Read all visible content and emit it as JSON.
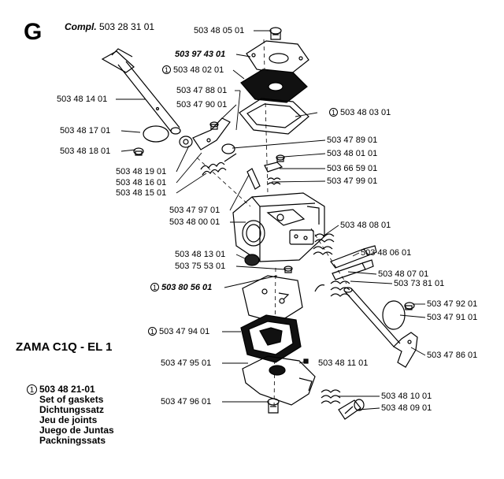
{
  "header": {
    "section": "G",
    "compl_label": "Compl.",
    "compl_number": "503 28 31 01"
  },
  "model": "ZAMA C1Q - EL 1",
  "gasket_marker": "1",
  "legend": {
    "number": "503 48 21-01",
    "lines": [
      "Set of gaskets",
      "Dichtungssatz",
      "Jeu de joints",
      "Juego de Juntas",
      "Packningssats"
    ]
  },
  "labels": [
    "503 48 05 01",
    "503 97 43 01",
    "503 48 02 01",
    "503 47 88 01",
    "503 47 90 01",
    "503 48 03 01",
    "503 48 14 01",
    "503 48 17 01",
    "503 48 18 01",
    "503 47 89 01",
    "503 48 01 01",
    "503 48 19 01",
    "503 66 59 01",
    "503 48 16 01",
    "503 47 99 01",
    "503 48 15 01",
    "503 47 97 01",
    "503 48 00 01",
    "503 48 08 01",
    "503 48 06 01",
    "503 48 13 01",
    "503 48 07 01",
    "503 75 53 01",
    "503 80 56 01",
    "503 73 81 01",
    "503 47 92 01",
    "503 47 91 01",
    "503 47 94 01",
    "503 47 86 01",
    "503 47 95 01",
    "503 48 11 01",
    "503 47 96 01",
    "503 48 10 01",
    "503 48 09 01"
  ]
}
